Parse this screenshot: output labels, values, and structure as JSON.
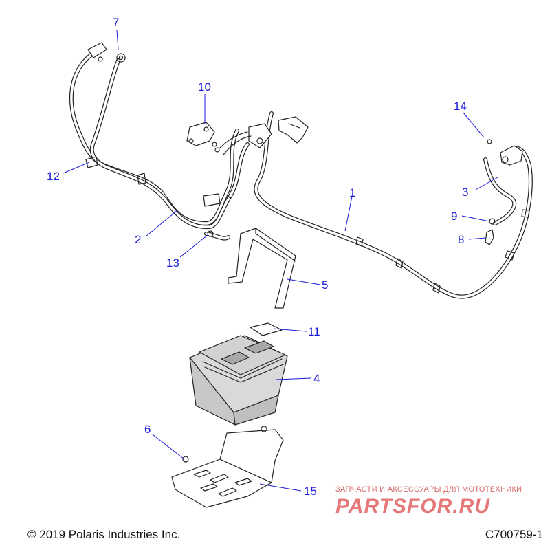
{
  "callouts": [
    {
      "id": "1",
      "label": "1"
    },
    {
      "id": "2",
      "label": "2"
    },
    {
      "id": "3",
      "label": "3"
    },
    {
      "id": "4",
      "label": "4"
    },
    {
      "id": "5",
      "label": "5"
    },
    {
      "id": "6",
      "label": "6"
    },
    {
      "id": "7",
      "label": "7"
    },
    {
      "id": "8",
      "label": "8"
    },
    {
      "id": "9",
      "label": "9"
    },
    {
      "id": "10",
      "label": "10"
    },
    {
      "id": "11",
      "label": "11"
    },
    {
      "id": "12",
      "label": "12"
    },
    {
      "id": "13",
      "label": "13"
    },
    {
      "id": "14",
      "label": "14"
    },
    {
      "id": "15",
      "label": "15"
    }
  ],
  "footer": {
    "copyright": "© 2019 Polaris Industries Inc.",
    "drawing_number": "C700759-1"
  },
  "watermark": {
    "tagline": "ЗАПЧАСТИ И АКСЕССУАРЫ ДЛЯ МОТОТЕХНИКИ",
    "logo_text": "PARTSFOR.RU"
  },
  "colors": {
    "callout": "#1a1ad9",
    "line_art": "#222222",
    "watermark": "#d84040"
  }
}
